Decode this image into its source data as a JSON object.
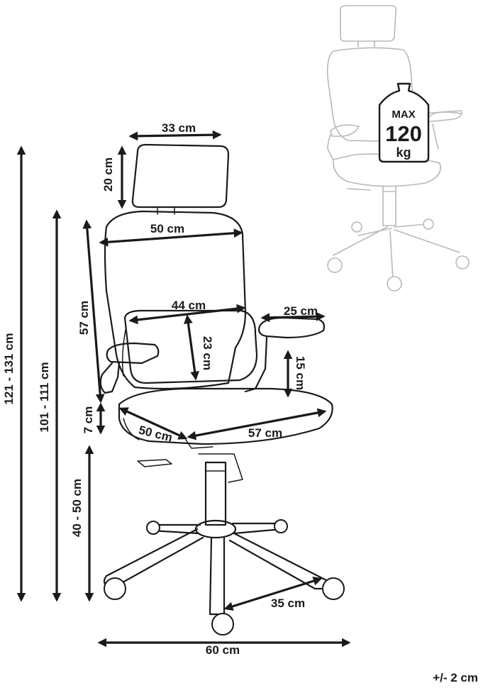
{
  "dimensions": {
    "headrest_width": "33 cm",
    "headrest_height": "20 cm",
    "backrest_width": "50 cm",
    "lumbar_width": "44 cm",
    "lumbar_height": "23 cm",
    "backrest_height": "57 cm",
    "armrest_length": "25 cm",
    "armrest_height": "15 cm",
    "seat_gap": "7 cm",
    "seat_depth": "50 cm",
    "seat_width": "57 cm",
    "seat_height": "40 - 50 cm",
    "armrest_floor_height": "101 - 111 cm",
    "total_height": "121 - 131 cm",
    "base_leg": "35 cm",
    "base_width": "60 cm"
  },
  "weight_badge": {
    "max_label": "MAX",
    "value": "120",
    "unit": "kg"
  },
  "tolerance": "+/- 2 cm"
}
